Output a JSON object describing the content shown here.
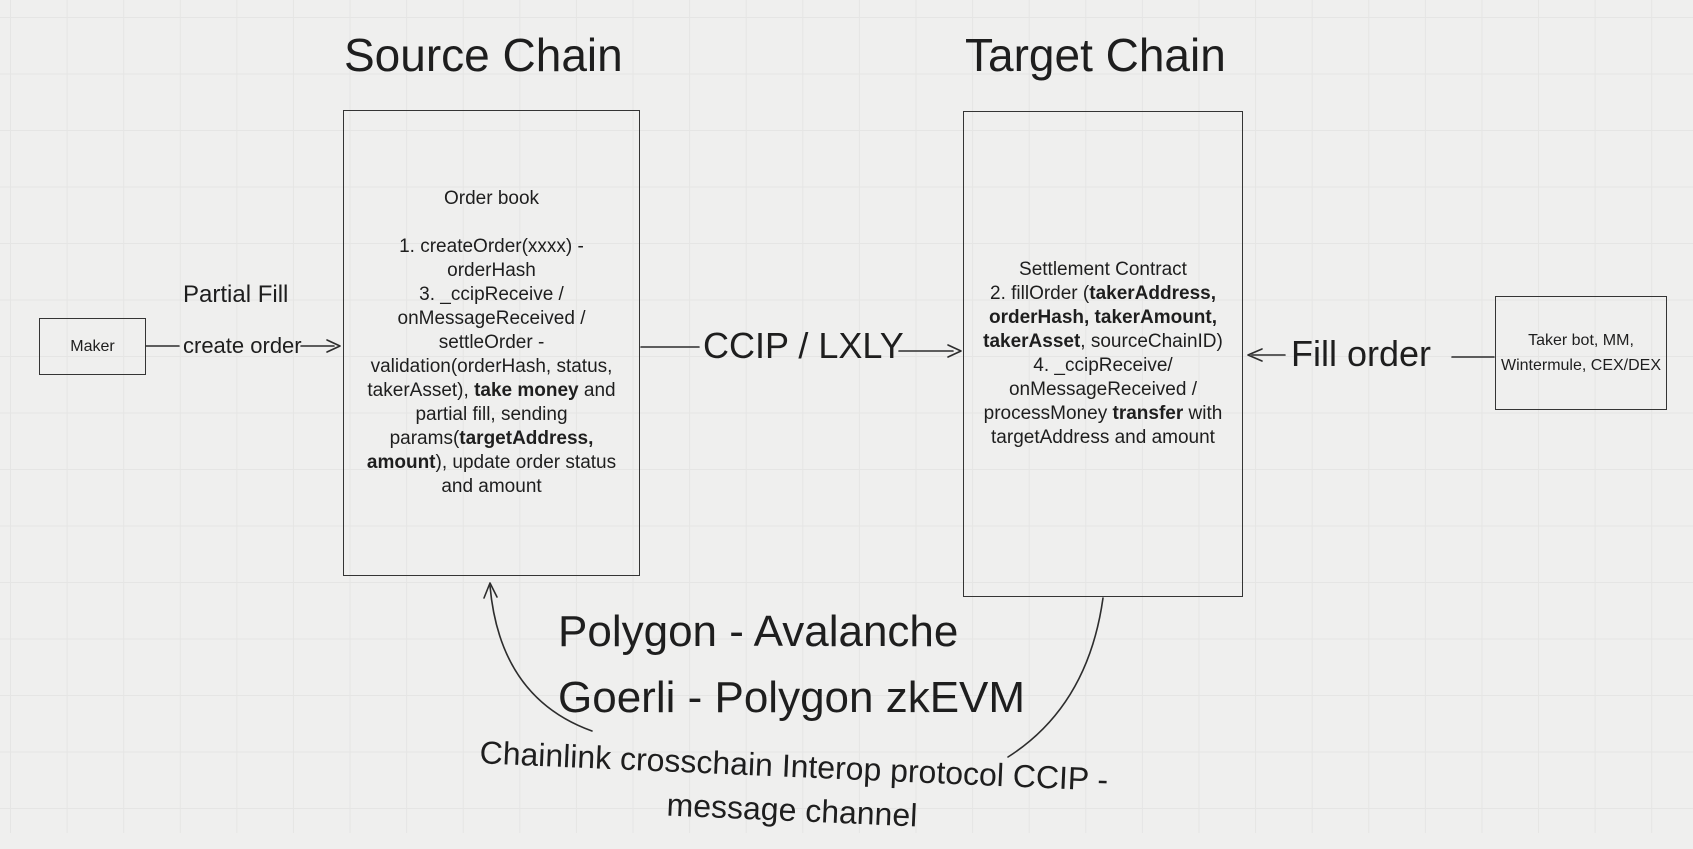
{
  "titles": {
    "source": "Source Chain",
    "target": "Target Chain"
  },
  "boxes": {
    "maker": {
      "label": "Maker"
    },
    "taker": {
      "label": "Taker bot, MM,\nWintermule, CEX/DEX"
    },
    "source": {
      "lines": [
        [
          {
            "t": "Order book"
          }
        ],
        [],
        [
          {
            "t": "1. createOrder(xxxx) -"
          }
        ],
        [
          {
            "t": "orderHash"
          }
        ],
        [
          {
            "t": "3. _ccipReceive /"
          }
        ],
        [
          {
            "t": "onMessageReceived /"
          }
        ],
        [
          {
            "t": "settleOrder -"
          }
        ],
        [
          {
            "t": "validation(orderHash, status,"
          }
        ],
        [
          {
            "t": "takerAsset), "
          },
          {
            "t": "take money",
            "b": true
          },
          {
            "t": " and"
          }
        ],
        [
          {
            "t": "partial fill, sending"
          }
        ],
        [
          {
            "t": "params("
          },
          {
            "t": "targetAddress,",
            "b": true
          }
        ],
        [
          {
            "t": "amount",
            "b": true
          },
          {
            "t": "), update order status"
          }
        ],
        [
          {
            "t": "and amount"
          }
        ]
      ]
    },
    "target": {
      "lines": [
        [
          {
            "t": "Settlement Contract"
          }
        ],
        [
          {
            "t": "2. fillOrder ("
          },
          {
            "t": "takerAddress,",
            "b": true
          }
        ],
        [
          {
            "t": "orderHash, takerAmount,",
            "b": true
          }
        ],
        [
          {
            "t": "takerAsset",
            "b": true
          },
          {
            "t": ", sourceChainID)"
          }
        ],
        [
          {
            "t": "4. _ccipReceive/"
          }
        ],
        [
          {
            "t": "onMessageReceived /"
          }
        ],
        [
          {
            "t": "processMoney "
          },
          {
            "t": "transfer",
            "b": true
          },
          {
            "t": " with"
          }
        ],
        [
          {
            "t": "targetAddress and amount"
          }
        ]
      ]
    }
  },
  "connectors": {
    "partial_fill": "Partial Fill",
    "create_order": "create order",
    "ccip_lxly": "CCIP / LXLY",
    "fill_order": "Fill order"
  },
  "notes": {
    "chain_pairs": "Polygon - Avalanche\nGoerli - Polygon zkEVM",
    "ccip_note": "Chainlink crosschain Interop protocol CCIP -\nmessage channel"
  },
  "colors": {
    "background": "#efefee",
    "grid_line": "#e5e5e4",
    "stroke": "#2d2d2d",
    "text": "#1e1e1e"
  }
}
